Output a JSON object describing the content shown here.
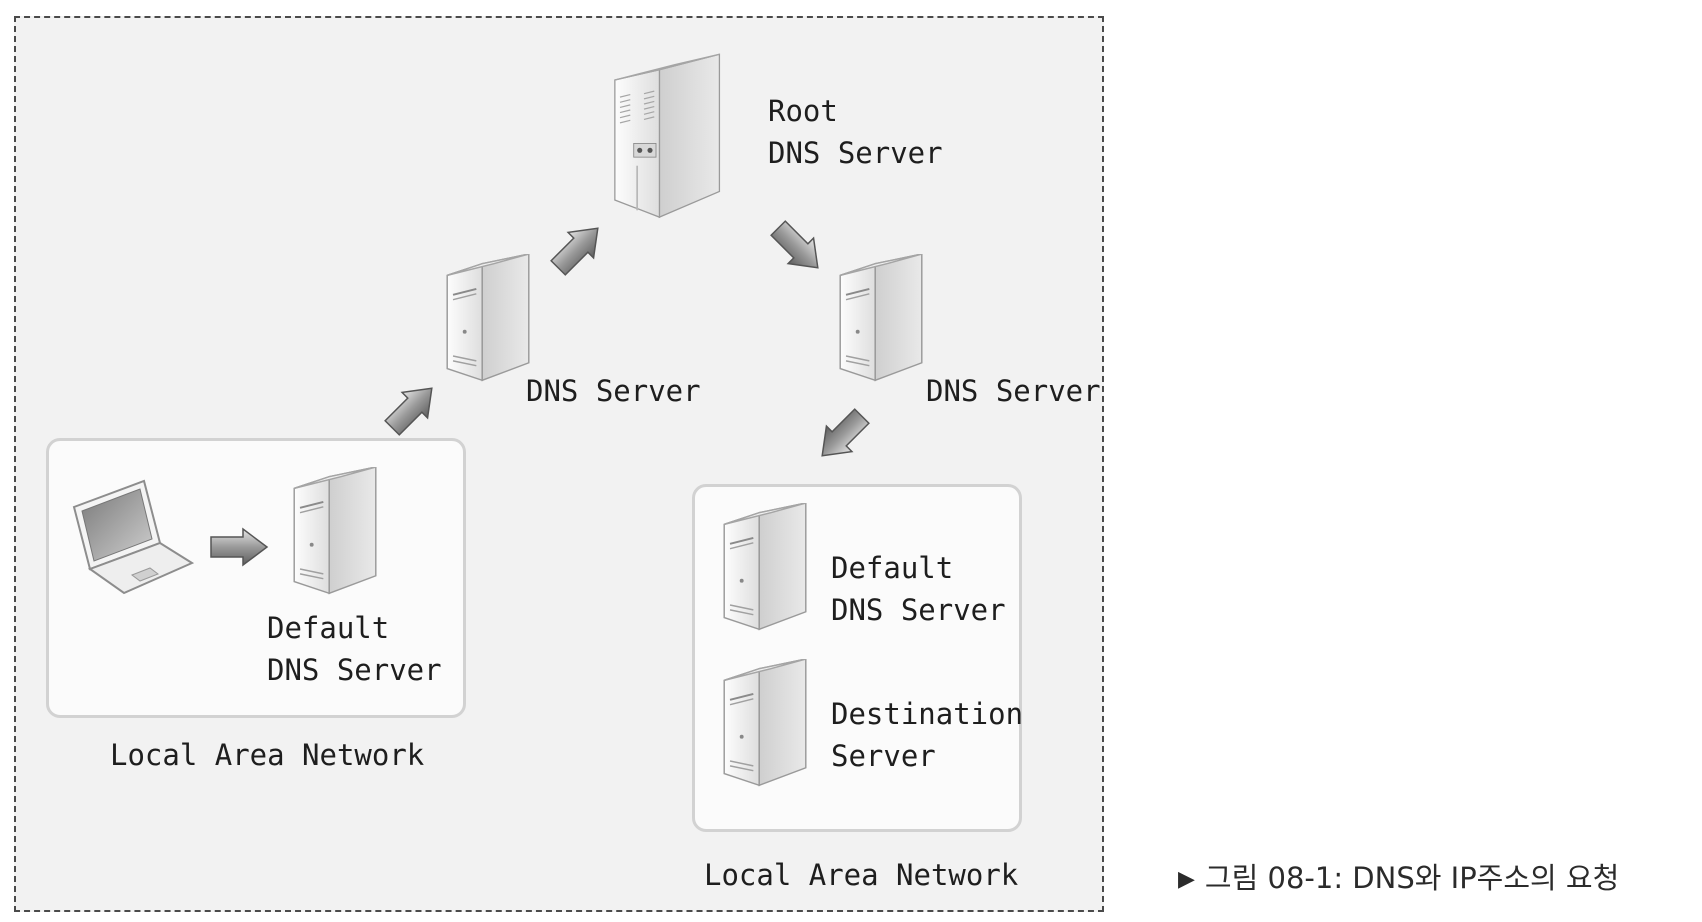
{
  "figure": {
    "root": {
      "line1": "Root",
      "line2": "DNS Server"
    },
    "dns_left": "DNS Server",
    "dns_right": "DNS Server",
    "lan_left": {
      "default_dns": {
        "line1": "Default",
        "line2": "DNS Server"
      },
      "network_label": "Local Area Network"
    },
    "lan_right": {
      "default_dns": {
        "line1": "Default",
        "line2": "DNS Server"
      },
      "destination": {
        "line1": "Destination",
        "line2": "Server"
      },
      "network_label": "Local Area Network"
    }
  },
  "caption": {
    "marker": "▶",
    "text": "그림 08-1: DNS와 IP주소의 요청"
  }
}
